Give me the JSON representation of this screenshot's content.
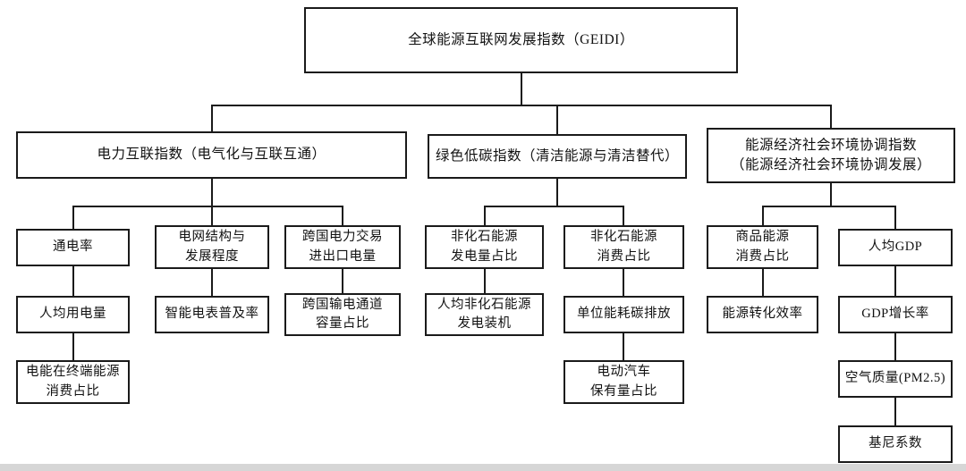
{
  "colors": {
    "line": "#1a1a1a",
    "background": "#ffffff",
    "bottom_strip": "#d6d6d6"
  },
  "diagram": {
    "type": "hierarchy-tree",
    "root": "全球能源互联网发展指数（GEIDI）",
    "power": {
      "index": "电力互联指数（电气化与互联互通）",
      "electrification_rate": "通电率",
      "per_capita_electricity": "人均用电量",
      "electricity_share_in_final_energy": "电能在终端能源\n消费占比",
      "grid_structure": "电网结构与\n发展程度",
      "smart_meter_penetration": "智能电表普及率",
      "cross_border_trade": "跨国电力交易\n进出口电量",
      "cross_border_channel_capacity": "跨国输电通道\n容量占比"
    },
    "green": {
      "index": "绿色低碳指数（清洁能源与清洁替代）",
      "non_fossil_generation_share": "非化石能源\n发电量占比",
      "per_capita_non_fossil_capacity": "人均非化石能源\n发电装机",
      "non_fossil_consumption_share": "非化石能源\n消费占比",
      "carbon_per_unit_energy": "单位能耗碳排放",
      "ev_ownership_share": "电动汽车\n保有量占比"
    },
    "coordination": {
      "index": "能源经济社会环境协调指数\n（能源经济社会环境协调发展）",
      "commercial_energy_share": "商品能源\n消费占比",
      "energy_conversion_efficiency": "能源转化效率",
      "per_capita_gdp": "人均GDP",
      "gdp_growth": "GDP增长率",
      "air_quality": "空气质量(PM2.5)",
      "gini_coefficient": "基尼系数"
    }
  }
}
